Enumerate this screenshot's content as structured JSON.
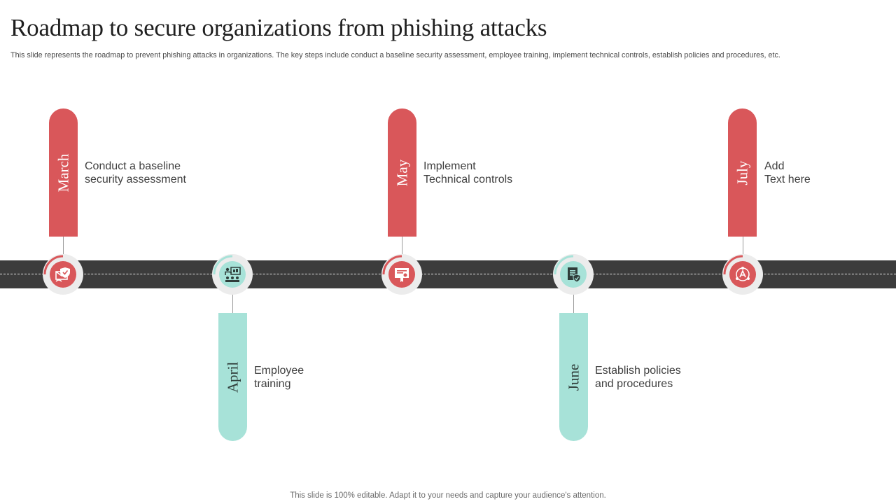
{
  "header": {
    "title": "Roadmap to secure organizations from phishing attacks",
    "subtitle": "This slide represents the roadmap to prevent phishing attacks in organizations. The key steps include conduct a baseline security assessment, employee training, implement technical controls, establish policies and procedures, etc."
  },
  "colors": {
    "red": "#d9575a",
    "teal": "#a7e2d8",
    "road": "#3c3c3c"
  },
  "steps": [
    {
      "month": "March",
      "text": [
        "Conduct a baseline",
        "security assessment"
      ],
      "icon": "email-shield-icon",
      "color": "red"
    },
    {
      "month": "April",
      "text": [
        "Employee",
        "training"
      ],
      "icon": "training-presentation-icon",
      "color": "teal"
    },
    {
      "month": "May",
      "text": [
        "Implement",
        "Technical controls"
      ],
      "icon": "certificate-icon",
      "color": "red"
    },
    {
      "month": "June",
      "text": [
        "Establish policies",
        "and procedures"
      ],
      "icon": "policy-document-icon",
      "color": "teal"
    },
    {
      "month": "July",
      "text": [
        "Add",
        "Text here"
      ],
      "icon": "network-icon",
      "color": "red"
    }
  ],
  "footer": {
    "note": "This slide is 100% editable. Adapt it to your needs and capture your audience's attention."
  }
}
